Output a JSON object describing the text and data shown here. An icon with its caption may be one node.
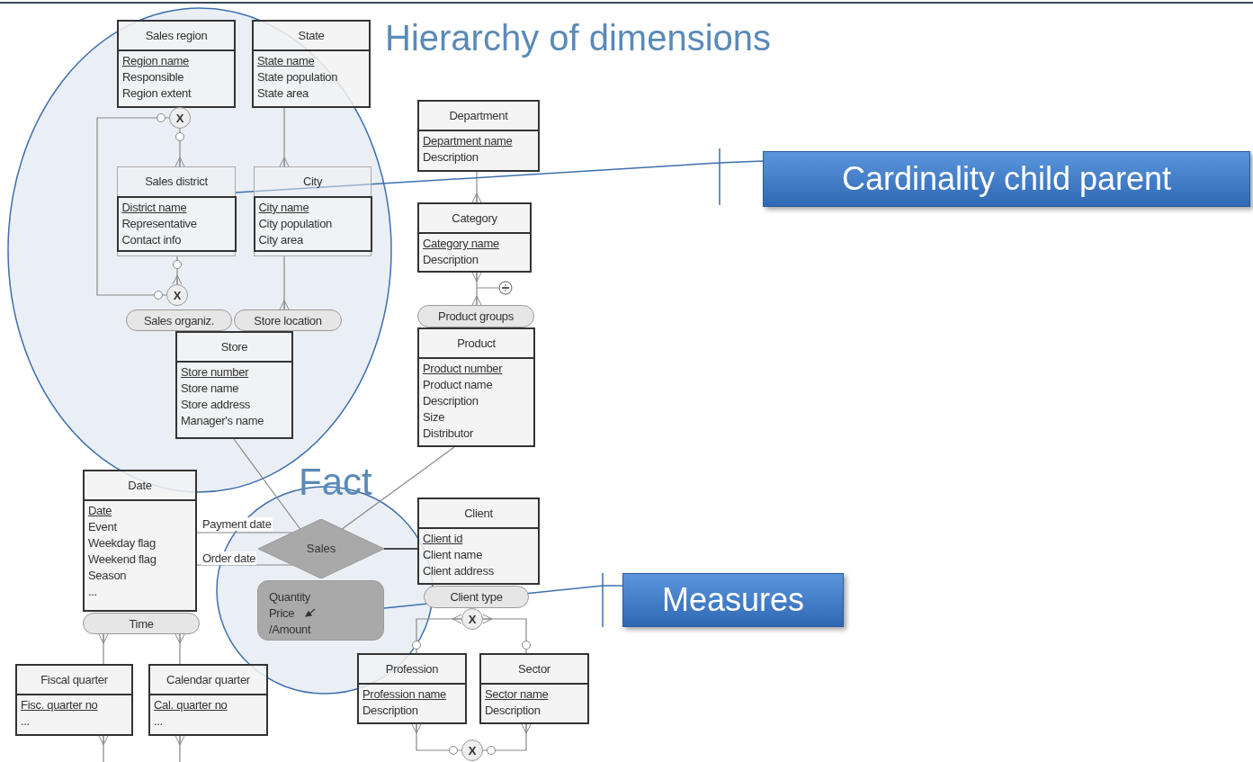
{
  "diagram": {
    "nodes": [
      {
        "text": [
          "Sales region",
          "Region name",
          "Responsible",
          "Region extent"
        ]
      },
      {
        "text": [
          "State",
          "State name",
          "State population",
          "State area"
        ]
      },
      {
        "text": [
          "Sales district",
          "District name",
          "Representative",
          "Contact info"
        ]
      },
      {
        "text": [
          "City",
          "City name",
          "City population",
          "City area"
        ]
      },
      {
        "text": [
          "Sales organiz."
        ]
      },
      {
        "text": [
          "Store location"
        ]
      },
      {
        "text": [
          "Store",
          "Store number",
          "Store name",
          "Store address",
          "Manager's name"
        ]
      },
      {
        "text": [
          "Department",
          "Department name",
          "Description"
        ]
      },
      {
        "text": [
          "Category",
          "Category name",
          "Description"
        ]
      },
      {
        "text": [
          "Product groups"
        ]
      },
      {
        "text": [
          "Product",
          "Product number",
          "Product name",
          "Description",
          "Size",
          "Distributor"
        ]
      },
      {
        "text": [
          "Date",
          "Date",
          "Event",
          "Weekday flag",
          "Weekend flag",
          "Season",
          "..."
        ]
      },
      {
        "text": [
          "Time"
        ]
      },
      {
        "text": [
          "Fiscal quarter",
          "Fisc. quarter no",
          "..."
        ]
      },
      {
        "text": [
          "Calendar quarter",
          "Cal. quarter no",
          "..."
        ]
      },
      {
        "text": [
          "Sales"
        ]
      },
      {
        "text": [
          "Quantity",
          "Price",
          "/Amount"
        ]
      },
      {
        "text": [
          "Client",
          "Client id",
          "Client name",
          "Client address"
        ]
      },
      {
        "text": [
          "Client type"
        ]
      },
      {
        "text": [
          "Profession",
          "Profession name",
          "Description"
        ]
      },
      {
        "text": [
          "Sector",
          "Sector name",
          "Description"
        ]
      },
      {
        "text": [
          "Cardinality child parent"
        ]
      },
      {
        "text": [
          "Measures"
        ]
      },
      {
        "text": [
          "X"
        ]
      },
      {
        "text": [
          "X"
        ]
      },
      {
        "text": [
          "X"
        ]
      },
      {
        "text": [
          "X"
        ]
      }
    ],
    "edges": [
      {
        "from": 23,
        "to": 2,
        "arrow": "other"
      },
      {
        "from": 23,
        "to": 24,
        "arrow": "other"
      },
      {
        "from": 2,
        "to": 24,
        "arrow": "other"
      },
      {
        "from": 1,
        "to": 3,
        "arrow": "other"
      },
      {
        "from": 3,
        "to": 5,
        "arrow": "other"
      },
      {
        "from": 7,
        "to": 8,
        "arrow": "other"
      },
      {
        "from": 8,
        "to": 9,
        "arrow": "other"
      },
      {
        "from": 6,
        "to": 15,
        "arrow": "none"
      },
      {
        "from": 10,
        "to": 15,
        "arrow": "none"
      },
      {
        "from": 11,
        "to": 15,
        "arrow": "none",
        "label": "Payment date"
      },
      {
        "from": 11,
        "to": 15,
        "arrow": "none",
        "label": "Order date"
      },
      {
        "from": 15,
        "to": 17,
        "arrow": "none",
        "color": "#111111"
      },
      {
        "from": 12,
        "to": 13,
        "arrow": "other"
      },
      {
        "from": 12,
        "to": 14,
        "arrow": "other"
      },
      {
        "from": 13,
        "to": null,
        "arrow": "other"
      },
      {
        "from": 14,
        "to": null,
        "arrow": "other"
      },
      {
        "from": 25,
        "to": 19,
        "arrow": "other"
      },
      {
        "from": 25,
        "to": 20,
        "arrow": "other"
      },
      {
        "from": 19,
        "to": 26,
        "arrow": "other"
      },
      {
        "from": 20,
        "to": 26,
        "arrow": "other"
      },
      {
        "from": 21,
        "to": 2,
        "arrow": "none",
        "color": "#3e6fae"
      },
      {
        "from": 22,
        "to": 16,
        "arrow": "none",
        "color": "#3e6fae"
      }
    ],
    "labels": [
      "Hierarchy of dimensions",
      "Fact"
    ]
  }
}
